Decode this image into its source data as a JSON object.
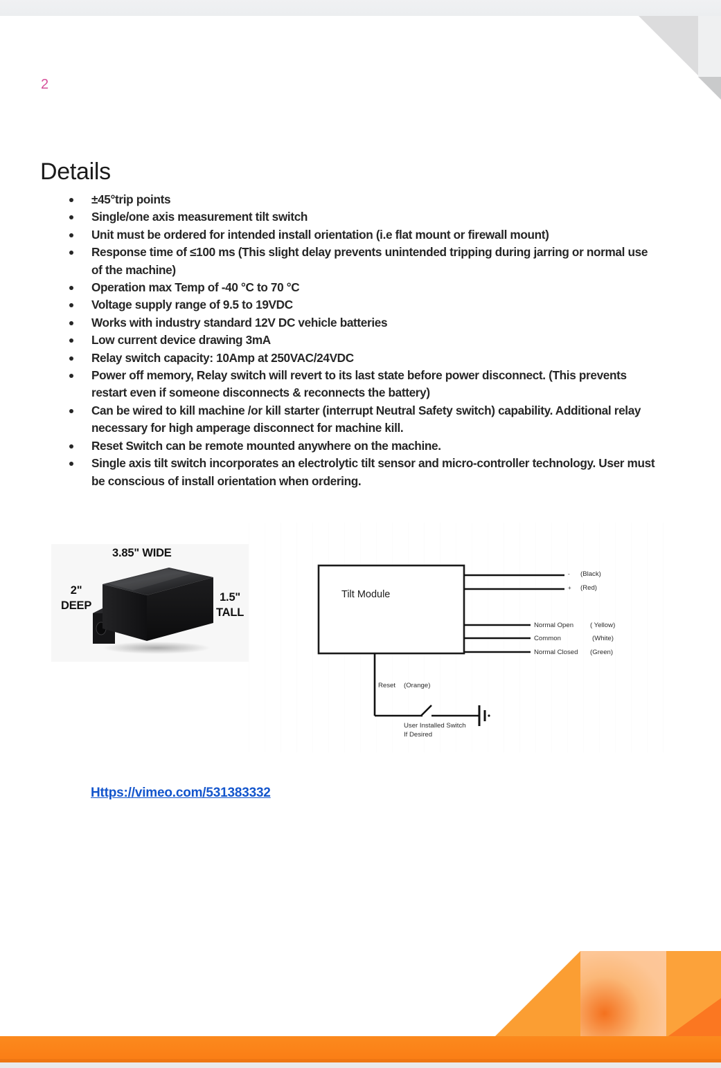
{
  "page": {
    "number": "2",
    "title": "Details",
    "accent_pink": "#d6509a",
    "accent_orange": "#fb8a1e",
    "link_color": "#1355cc"
  },
  "details": {
    "bullets": [
      "±45°trip points",
      "Single/one axis measurement tilt switch",
      "Unit must be ordered for intended install orientation (i.e flat mount or firewall mount)",
      "Response time of ≤100 ms (This slight delay prevents unintended tripping during jarring or normal use of the machine)",
      "Operation max Temp of -40 °C to 70 °C",
      "Voltage supply range of 9.5 to 19VDC",
      "Works with industry standard 12V DC vehicle batteries",
      "Low current device drawing 3mA",
      "Relay switch capacity: 10Amp at 250VAC/24VDC",
      "Power off memory, Relay switch will revert to its last state before power disconnect. (This prevents restart even if someone disconnects & reconnects the battery)",
      "Can be wired to kill machine /or kill starter (interrupt Neutral Safety switch) capability. Additional relay necessary for high amperage disconnect for machine kill.",
      "Reset Switch can be remote mounted anywhere on the machine.",
      "Single axis tilt switch incorporates an electrolytic tilt sensor and micro-controller technology. User must be conscious of install orientation when ordering."
    ]
  },
  "product_photo": {
    "alt": "black-enclosure-box",
    "dim_width": "3.85\" WIDE",
    "dim_depth_line1": "2\"",
    "dim_depth_line2": "DEEP",
    "dim_height_line1": "1.5\"",
    "dim_height_line2": "TALL"
  },
  "wiring_diagram": {
    "module_label": "Tilt Module",
    "power_wires": [
      {
        "sign": "-",
        "label": "(Black)"
      },
      {
        "sign": "+",
        "label": "(Red)"
      }
    ],
    "relay_wires": [
      {
        "name": "Normal Open",
        "color": "( Yellow)"
      },
      {
        "name": "Common",
        "color": "(White)"
      },
      {
        "name": "Normal Closed",
        "color": "(Green)"
      }
    ],
    "reset": {
      "name": "Reset",
      "color": "(Orange)",
      "switch_note_line1": "User Installed Switch",
      "switch_note_line2": "If Desired"
    }
  },
  "link": {
    "text": "Https://vimeo.com/531383332"
  }
}
